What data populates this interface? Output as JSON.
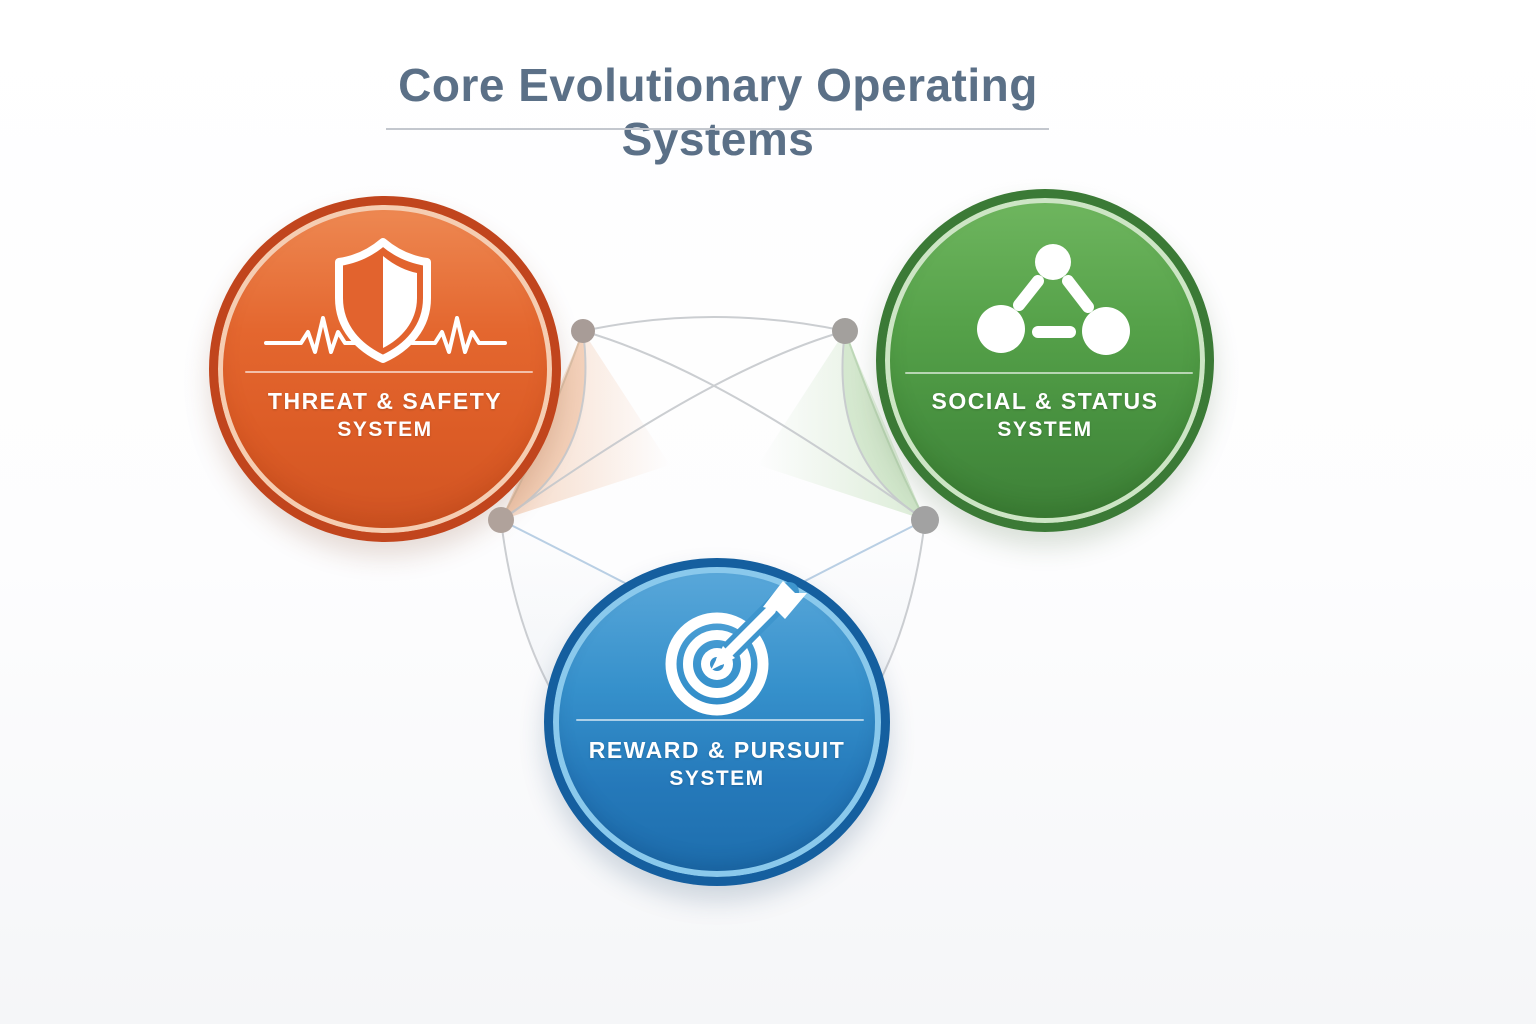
{
  "title": {
    "text": "Core Evolutionary Operating Systems"
  },
  "systems": [
    {
      "name": "threat-safety-system",
      "label_line1": "THREAT & SAFETY",
      "label_line2": "SYSTEM",
      "icon": "shield-heartbeat-icon",
      "color_body": "#E0602B",
      "color_ring": "#C1451D",
      "color_rim": "#F5CDB2"
    },
    {
      "name": "social-status-system",
      "label_line1": "SOCIAL & STATUS",
      "label_line2": "SYSTEM",
      "icon": "network-triangle-icon",
      "color_body": "#4F9C46",
      "color_ring": "#3B7A36",
      "color_rim": "#CDE5C5"
    },
    {
      "name": "reward-pursuit-system",
      "label_line1": "REWARD & PURSUIT",
      "label_line2": "SYSTEM",
      "icon": "target-arrow-icon",
      "color_body": "#2E86C3",
      "color_ring": "#155F9F",
      "color_rim": "#8AC9EC"
    }
  ],
  "connectors": {
    "node_count": 4,
    "node_color": "#A79E9A",
    "line_color": "#C6C9CD"
  }
}
